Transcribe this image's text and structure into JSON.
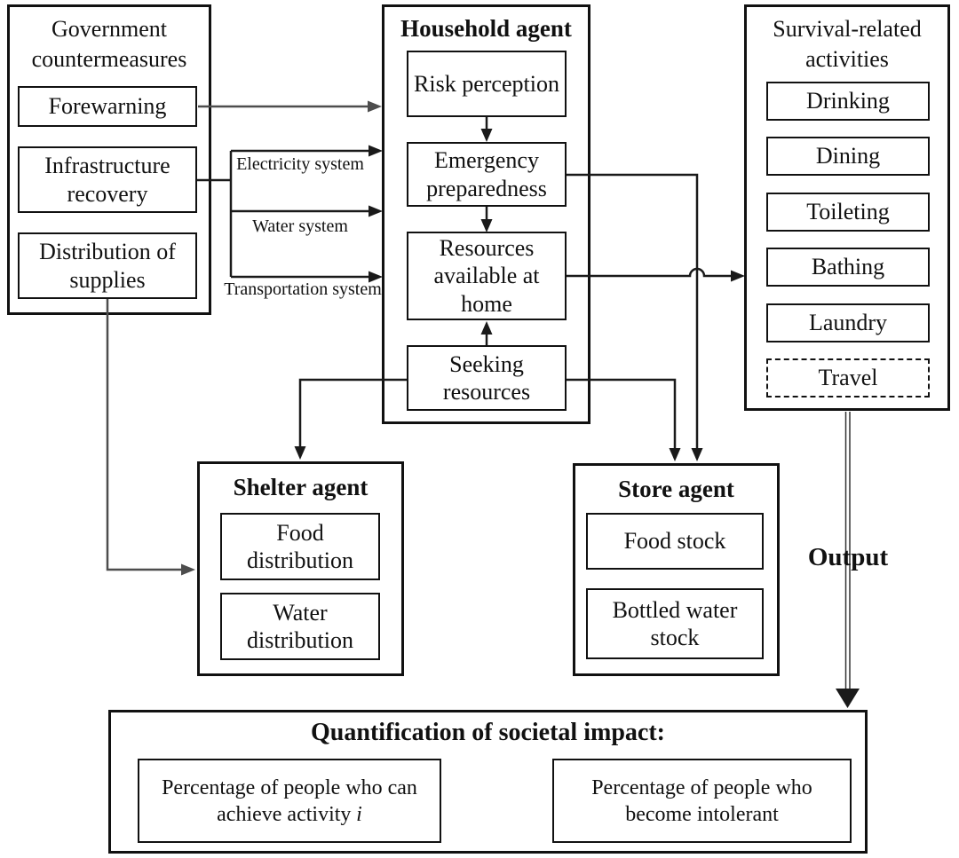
{
  "government": {
    "title": "Government countermeasures",
    "items": [
      "Forewarning",
      "Infrastructure recovery",
      "Distribution of supplies"
    ]
  },
  "household": {
    "title": "Household agent",
    "items": [
      "Risk perception",
      "Emergency preparedness",
      "Resources available at home",
      "Seeking resources"
    ]
  },
  "survival": {
    "title": "Survival-related activities",
    "items": [
      "Drinking",
      "Dining",
      "Toileting",
      "Bathing",
      "Laundry",
      "Travel"
    ]
  },
  "shelter": {
    "title": "Shelter agent",
    "items": [
      "Food distribution",
      "Water distribution"
    ]
  },
  "store": {
    "title": "Store agent",
    "items": [
      "Food stock",
      "Bottled water stock"
    ]
  },
  "quantification": {
    "title": "Quantification of societal impact:",
    "left_text": "Percentage of people who can achieve activity",
    "left_var": "i",
    "right_text": "Percentage of people who become intolerant"
  },
  "edge_labels": {
    "electricity": "Electricity system",
    "water": "Water system",
    "transportation": "Transportation system",
    "output": "Output"
  },
  "colors": {
    "line": "#1a1a1a",
    "line_gray": "#4d4d4d",
    "background": "#ffffff",
    "text": "#111111"
  }
}
